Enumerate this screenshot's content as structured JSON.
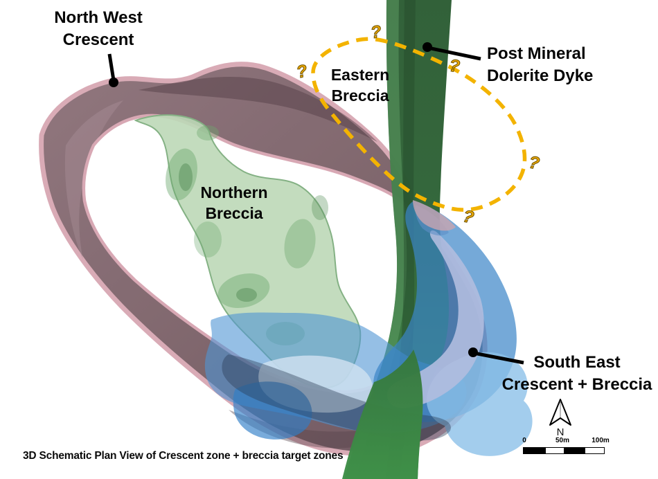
{
  "figure": {
    "caption": "3D Schematic Plan View of Crescent zone + breccia target zones"
  },
  "labels": {
    "north_west_crescent": {
      "line1": "North West",
      "line2": "Crescent"
    },
    "eastern_breccia": {
      "line1": "Eastern",
      "line2": "Breccia"
    },
    "post_mineral_dolerite_dyke": {
      "line1": "Post Mineral",
      "line2": "Dolerite Dyke"
    },
    "northern_breccia": {
      "line1": "Northern",
      "line2": "Breccia"
    },
    "south_east_crescent_breccia": {
      "line1": "South East",
      "line2": "Crescent + Breccia"
    }
  },
  "annotations": {
    "question_mark": "?"
  },
  "compass": {
    "north_label": "N"
  },
  "scale_bar": {
    "tick_0": "0",
    "tick_50": "50m",
    "tick_100": "100m"
  },
  "colors": {
    "crescent_rim_pink": "#d8a8b4",
    "crescent_body_mauve": "#7b6067",
    "northern_breccia_green": "#bdd8b7",
    "dolerite_dyke_green": "#2f6136",
    "south_east_blue": "#3b84c8",
    "inner_crescent_periwinkle": "#b1bcdf",
    "target_outline_yellow": "#f3b300",
    "label_black": "#000000",
    "background": "#ffffff"
  }
}
